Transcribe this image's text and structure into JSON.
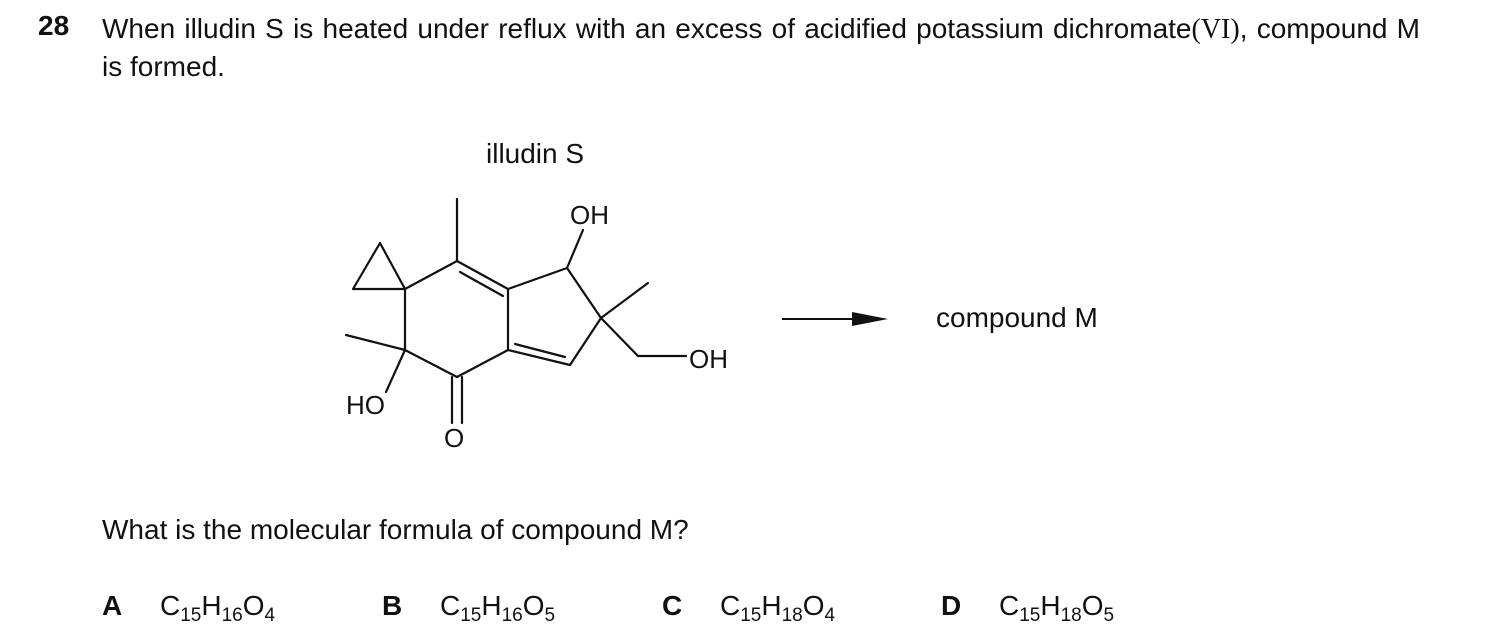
{
  "question": {
    "number": "28",
    "stem_before": "When illudin S is heated under reflux with an excess of acidified potassium dichromate",
    "stem_roman": "(VI)",
    "stem_after": ", compound M is formed.",
    "prompt": "What is the molecular formula of compound M?"
  },
  "reaction": {
    "reactant_name": "illudin S",
    "product_name": "compound M",
    "atom_labels": {
      "oh_top": "OH",
      "oh_side": "OH",
      "ho_left": "HO",
      "o_ketone": "O"
    }
  },
  "options": [
    {
      "letter": "A",
      "c": "C",
      "c_n": "15",
      "h": "H",
      "h_n": "16",
      "o": "O",
      "o_n": "4"
    },
    {
      "letter": "B",
      "c": "C",
      "c_n": "15",
      "h": "H",
      "h_n": "16",
      "o": "O",
      "o_n": "5"
    },
    {
      "letter": "C",
      "c": "C",
      "c_n": "15",
      "h": "H",
      "h_n": "18",
      "o": "O",
      "o_n": "4"
    },
    {
      "letter": "D",
      "c": "C",
      "c_n": "15",
      "h": "H",
      "h_n": "18",
      "o": "O",
      "o_n": "5"
    }
  ]
}
